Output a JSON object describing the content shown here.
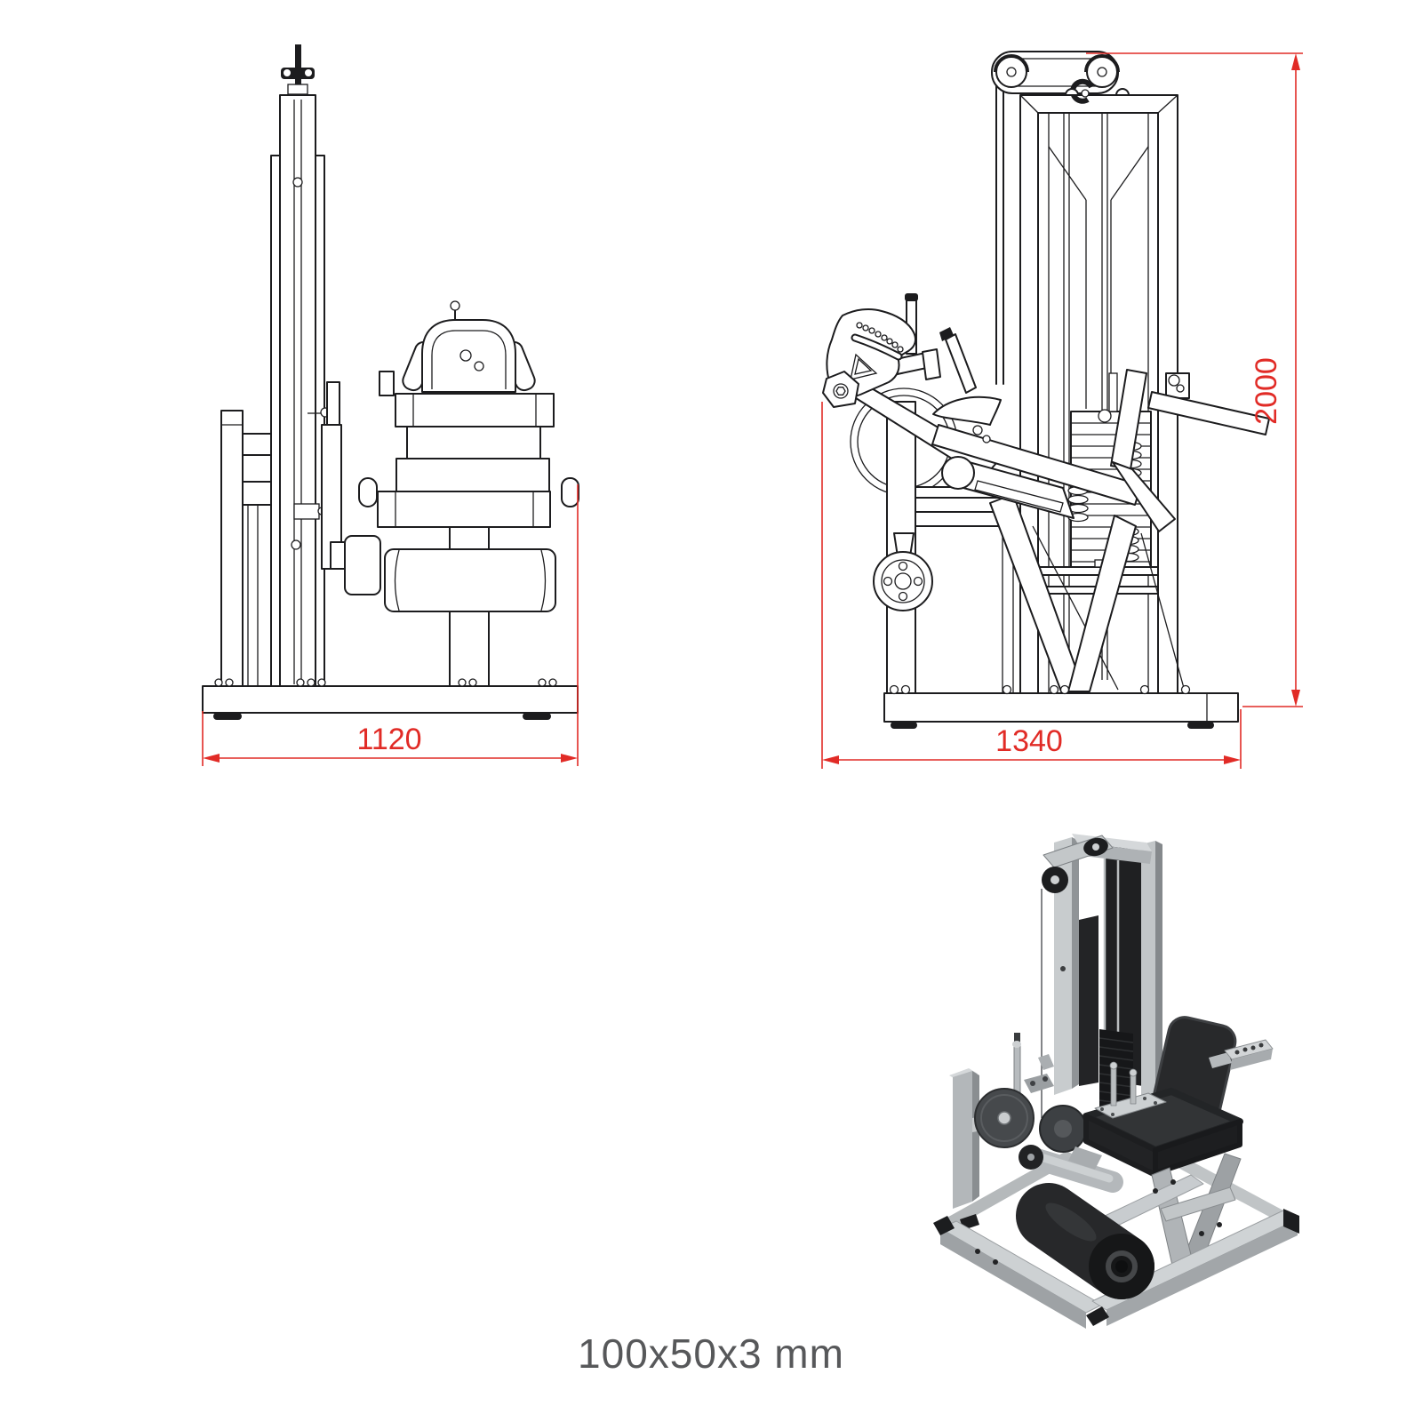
{
  "sheet": {
    "background_color": "#ffffff",
    "drawing_line_color": "#1c1c1e",
    "dimension_color": "#e12b26",
    "caption": "100x50x3 mm",
    "caption_color": "#57585a"
  },
  "views": {
    "front": {
      "width_dim": "1120"
    },
    "side": {
      "width_dim": "1340",
      "height_dim": "2000"
    },
    "iso": {
      "frame_color": "#c9cdd0",
      "frame_shadow_color": "#8e9296",
      "upholstery_color": "#2a2b2d",
      "weight_stack_color": "#1a1b1d"
    }
  }
}
